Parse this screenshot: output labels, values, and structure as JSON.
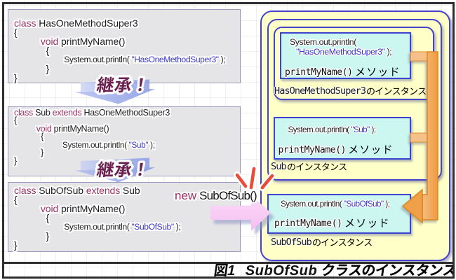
{
  "figure": {
    "label_jp": "図",
    "label_num": "1",
    "title_latin": "SubOfSub",
    "title_jp": "クラスのインスタンス"
  },
  "inherit": {
    "label": "継承！"
  },
  "new_call": {
    "keyword": "new",
    "rest": " SubOfSub()"
  },
  "colors": {
    "keyword": "#993366",
    "string": "#3a35c8",
    "panel_yellow": "#ffffc8",
    "panel_border_blue": "#4443ca",
    "memory_box_cyan": "#ccf6f0",
    "code_box_gray": "#e5e4e7",
    "inherit_arrow_blue": "#8ea0e8",
    "override_arrow_orange": "#f1a14d",
    "new_arrow_pink": "#f8c9f3",
    "emphasis_red": "#e94c37"
  },
  "code_boxes": [
    {
      "name": "HasOneMethodSuper3",
      "lines": [
        [
          {
            "t": "class ",
            "c": "kw"
          },
          {
            "t": "HasOneMethodSuper3",
            "c": "pl"
          }
        ],
        [
          {
            "t": "{",
            "c": "pl"
          }
        ],
        [
          {
            "t": "          ",
            "c": "pl"
          },
          {
            "t": "void ",
            "c": "kw"
          },
          {
            "t": "printMyName()",
            "c": "pl"
          }
        ],
        [
          {
            "t": "            {",
            "c": "pl"
          }
        ],
        [
          {
            "t": "                    System.out.println( ",
            "c": "pl"
          },
          {
            "t": "\"HasOneMethodSuper3\"",
            "c": "str"
          },
          {
            "t": " );",
            "c": "pl"
          }
        ],
        [
          {
            "t": "            }",
            "c": "pl"
          }
        ],
        [
          {
            "t": "}",
            "c": "pl"
          }
        ]
      ]
    },
    {
      "name": "Sub",
      "lines": [
        [
          {
            "t": "class ",
            "c": "kw"
          },
          {
            "t": "Sub ",
            "c": "pl"
          },
          {
            "t": "extends ",
            "c": "kw"
          },
          {
            "t": "HasOneMethodSuper3",
            "c": "pl"
          }
        ],
        [
          {
            "t": "{",
            "c": "pl"
          }
        ],
        [
          {
            "t": "          ",
            "c": "pl"
          },
          {
            "t": "void ",
            "c": "kw"
          },
          {
            "t": "printMyName()",
            "c": "pl"
          }
        ],
        [
          {
            "t": "            {",
            "c": "pl"
          }
        ],
        [
          {
            "t": "                    System.out.println( ",
            "c": "pl"
          },
          {
            "t": "\"Sub\"",
            "c": "str"
          },
          {
            "t": " );",
            "c": "pl"
          }
        ],
        [
          {
            "t": "            }",
            "c": "pl"
          }
        ],
        [
          {
            "t": "}",
            "c": "pl"
          }
        ]
      ]
    },
    {
      "name": "SubOfSub",
      "lines": [
        [
          {
            "t": "class ",
            "c": "kw"
          },
          {
            "t": "SubOfSub ",
            "c": "pl"
          },
          {
            "t": "extends ",
            "c": "kw"
          },
          {
            "t": "Sub",
            "c": "pl"
          }
        ],
        [
          {
            "t": "{",
            "c": "pl"
          }
        ],
        [
          {
            "t": "          ",
            "c": "pl"
          },
          {
            "t": "void ",
            "c": "kw"
          },
          {
            "t": "printMyName()",
            "c": "pl"
          }
        ],
        [
          {
            "t": "            {",
            "c": "pl"
          }
        ],
        [
          {
            "t": "                    System.out.println( ",
            "c": "pl"
          },
          {
            "t": "\"SubOfSub\"",
            "c": "str"
          },
          {
            "t": " );",
            "c": "pl"
          }
        ],
        [
          {
            "t": "            }",
            "c": "pl"
          }
        ],
        [
          {
            "t": "}",
            "c": "pl"
          }
        ]
      ]
    }
  ],
  "instances": [
    {
      "println": [
        [
          {
            "t": "System.out.println(",
            "c": "pl"
          }
        ],
        [
          {
            "t": "   ",
            "c": "pl"
          },
          {
            "t": "\"HasOneMethodSuper3\"",
            "c": "str"
          },
          {
            "t": " );",
            "c": "pl"
          }
        ]
      ],
      "method_latin": "printMyName()",
      "method_jp": "メソッド",
      "caption_latin": "HasOneMethodSuper3",
      "caption_jp": "のインスタンス"
    },
    {
      "println": [
        [
          {
            "t": "System.out.println( ",
            "c": "pl"
          },
          {
            "t": "\"Sub\"",
            "c": "str"
          },
          {
            "t": " );",
            "c": "pl"
          }
        ]
      ],
      "method_latin": "printMyName()",
      "method_jp": "メソッド",
      "caption_latin": "Sub",
      "caption_jp": "のインスタンス"
    },
    {
      "println": [
        [
          {
            "t": "System.out.println( ",
            "c": "pl"
          },
          {
            "t": "\"SubOfSub\"",
            "c": "str"
          },
          {
            "t": " );",
            "c": "pl"
          }
        ]
      ],
      "method_latin": "printMyName()",
      "method_jp": "メソッド",
      "caption_latin": "SubOfSub",
      "caption_jp": "のインスタンス"
    }
  ]
}
